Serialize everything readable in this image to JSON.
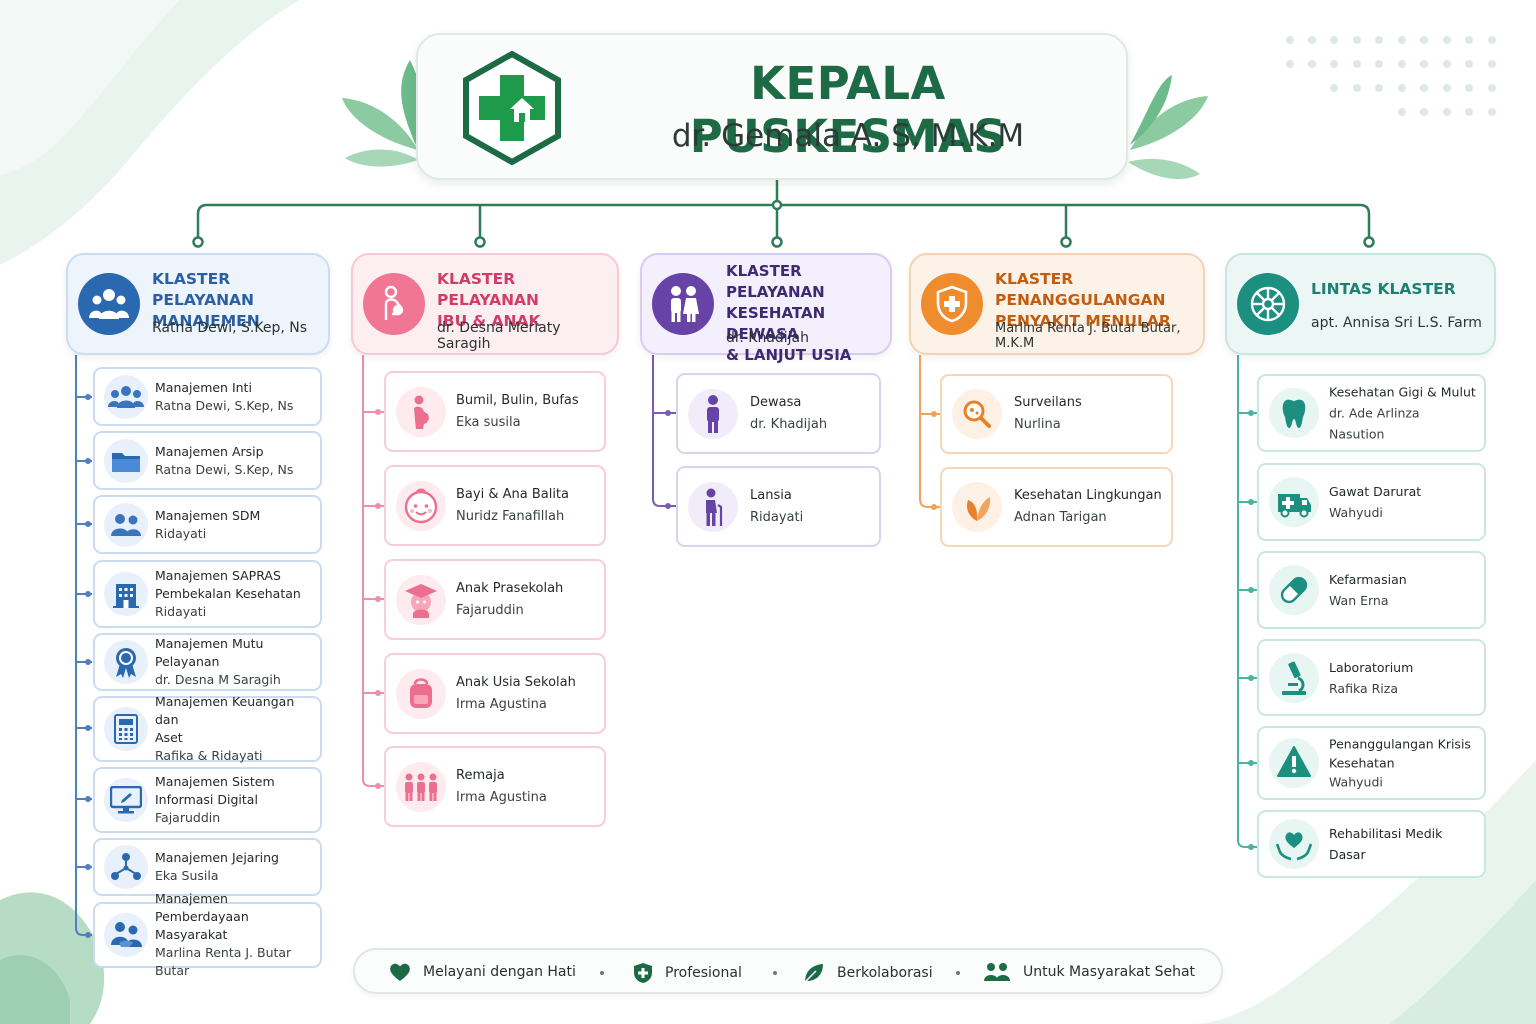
{
  "header": {
    "title": "KEPALA PUSKESMAS",
    "name": "dr. Gemala A. S, M.K.M"
  },
  "colors": {
    "green": "#1d6b45",
    "blue": "#2a68b0",
    "pink": "#d93f6f",
    "purple": "#5b3a96",
    "orange": "#c8600f",
    "teal": "#1d8f80"
  },
  "clusters": [
    {
      "title": "KLASTER PELAYANAN\nMANAJEMEN",
      "person": "Ratna Dewi, S.Kep, Ns",
      "icon": "team-icon",
      "items": [
        {
          "title": "Manajemen Inti",
          "person": "Ratna Dewi, S.Kep, Ns",
          "icon": "group-icon"
        },
        {
          "title": "Manajemen Arsip",
          "person": "Ratna Dewi, S.Kep, Ns",
          "icon": "folder-icon"
        },
        {
          "title": "Manajemen SDM",
          "person": "Ridayati",
          "icon": "people-icon"
        },
        {
          "title": "Manajemen SAPRAS\nPembekalan Kesehatan",
          "person": "Ridayati",
          "icon": "building-icon"
        },
        {
          "title": "Manajemen Mutu Pelayanan",
          "person": "dr. Desna M Saragih",
          "icon": "award-icon"
        },
        {
          "title": "Manajemen Keuangan dan\nAset",
          "person": "Rafika & Ridayati",
          "icon": "calculator-icon"
        },
        {
          "title": "Manajemen Sistem\nInformasi Digital",
          "person": "Fajaruddin",
          "icon": "monitor-icon"
        },
        {
          "title": "Manajemen Jejaring",
          "person": "Eka Susila",
          "icon": "network-icon"
        },
        {
          "title": "Manajemen Pemberdayaan\nMasyarakat",
          "person": "Marlina Renta J. Butar Butar",
          "icon": "community-icon"
        }
      ]
    },
    {
      "title": "KLASTER PELAYANAN\nIBU & ANAK",
      "person": "dr. Desna Meriaty Saragih",
      "icon": "mother-child-icon",
      "items": [
        {
          "title": "Bumil, Bulin, Bufas",
          "person": "Eka susila",
          "icon": "pregnant-icon"
        },
        {
          "title": "Bayi & Ana Balita",
          "person": "Nuridz Fanafillah",
          "icon": "baby-icon"
        },
        {
          "title": "Anak Prasekolah",
          "person": "Fajaruddin",
          "icon": "graduation-icon"
        },
        {
          "title": "Anak Usia Sekolah",
          "person": "Irma Agustina",
          "icon": "backpack-icon"
        },
        {
          "title": "Remaja",
          "person": "Irma Agustina",
          "icon": "teens-icon"
        }
      ]
    },
    {
      "title": "KLASTER PELAYANAN\nKESEHATAN DEWASA\n& LANJUT USIA",
      "person": "dr. Khadijah",
      "icon": "elderly-couple-icon",
      "items": [
        {
          "title": "Dewasa",
          "person": "dr. Khadijah",
          "icon": "adult-icon"
        },
        {
          "title": "Lansia",
          "person": "Ridayati",
          "icon": "elderly-icon"
        }
      ]
    },
    {
      "title": "KLASTER PENANGGULANGAN\nPENYAKIT MENULAR",
      "person": "Marlina Renta J. Butar Butar, M.K.M",
      "icon": "shield-cross-icon",
      "items": [
        {
          "title": "Surveilans",
          "person": "Nurlina",
          "icon": "magnifier-icon"
        },
        {
          "title": "Kesehatan Lingkungan",
          "person": "Adnan Tarigan",
          "icon": "leaf-icon"
        }
      ]
    },
    {
      "title": "LINTAS KLASTER",
      "person": "apt. Annisa Sri L.S. Farm",
      "icon": "wheel-icon",
      "items": [
        {
          "title": "Kesehatan Gigi & Mulut",
          "person": "dr. Ade Arlinza Nasution",
          "icon": "tooth-icon"
        },
        {
          "title": "Gawat Darurat",
          "person": "Wahyudi",
          "icon": "ambulance-icon"
        },
        {
          "title": "Kefarmasian",
          "person": "Wan Erna",
          "icon": "pill-icon"
        },
        {
          "title": "Laboratorium",
          "person": "Rafika Riza",
          "icon": "microscope-icon"
        },
        {
          "title": "Penanggulangan Krisis\nKesehatan",
          "person": "Wahyudi",
          "icon": "warning-icon"
        },
        {
          "title": "Rehabilitasi Medik Dasar",
          "person": "",
          "icon": "heart-hands-icon"
        }
      ]
    }
  ],
  "footer": {
    "values": [
      {
        "label": "Melayani dengan Hati",
        "icon": "heart-icon"
      },
      {
        "label": "Profesional",
        "icon": "shield-icon"
      },
      {
        "label": "Berkolaborasi",
        "icon": "leaf-icon"
      },
      {
        "label": "Untuk Masyarakat Sehat",
        "icon": "community-icon"
      }
    ]
  }
}
